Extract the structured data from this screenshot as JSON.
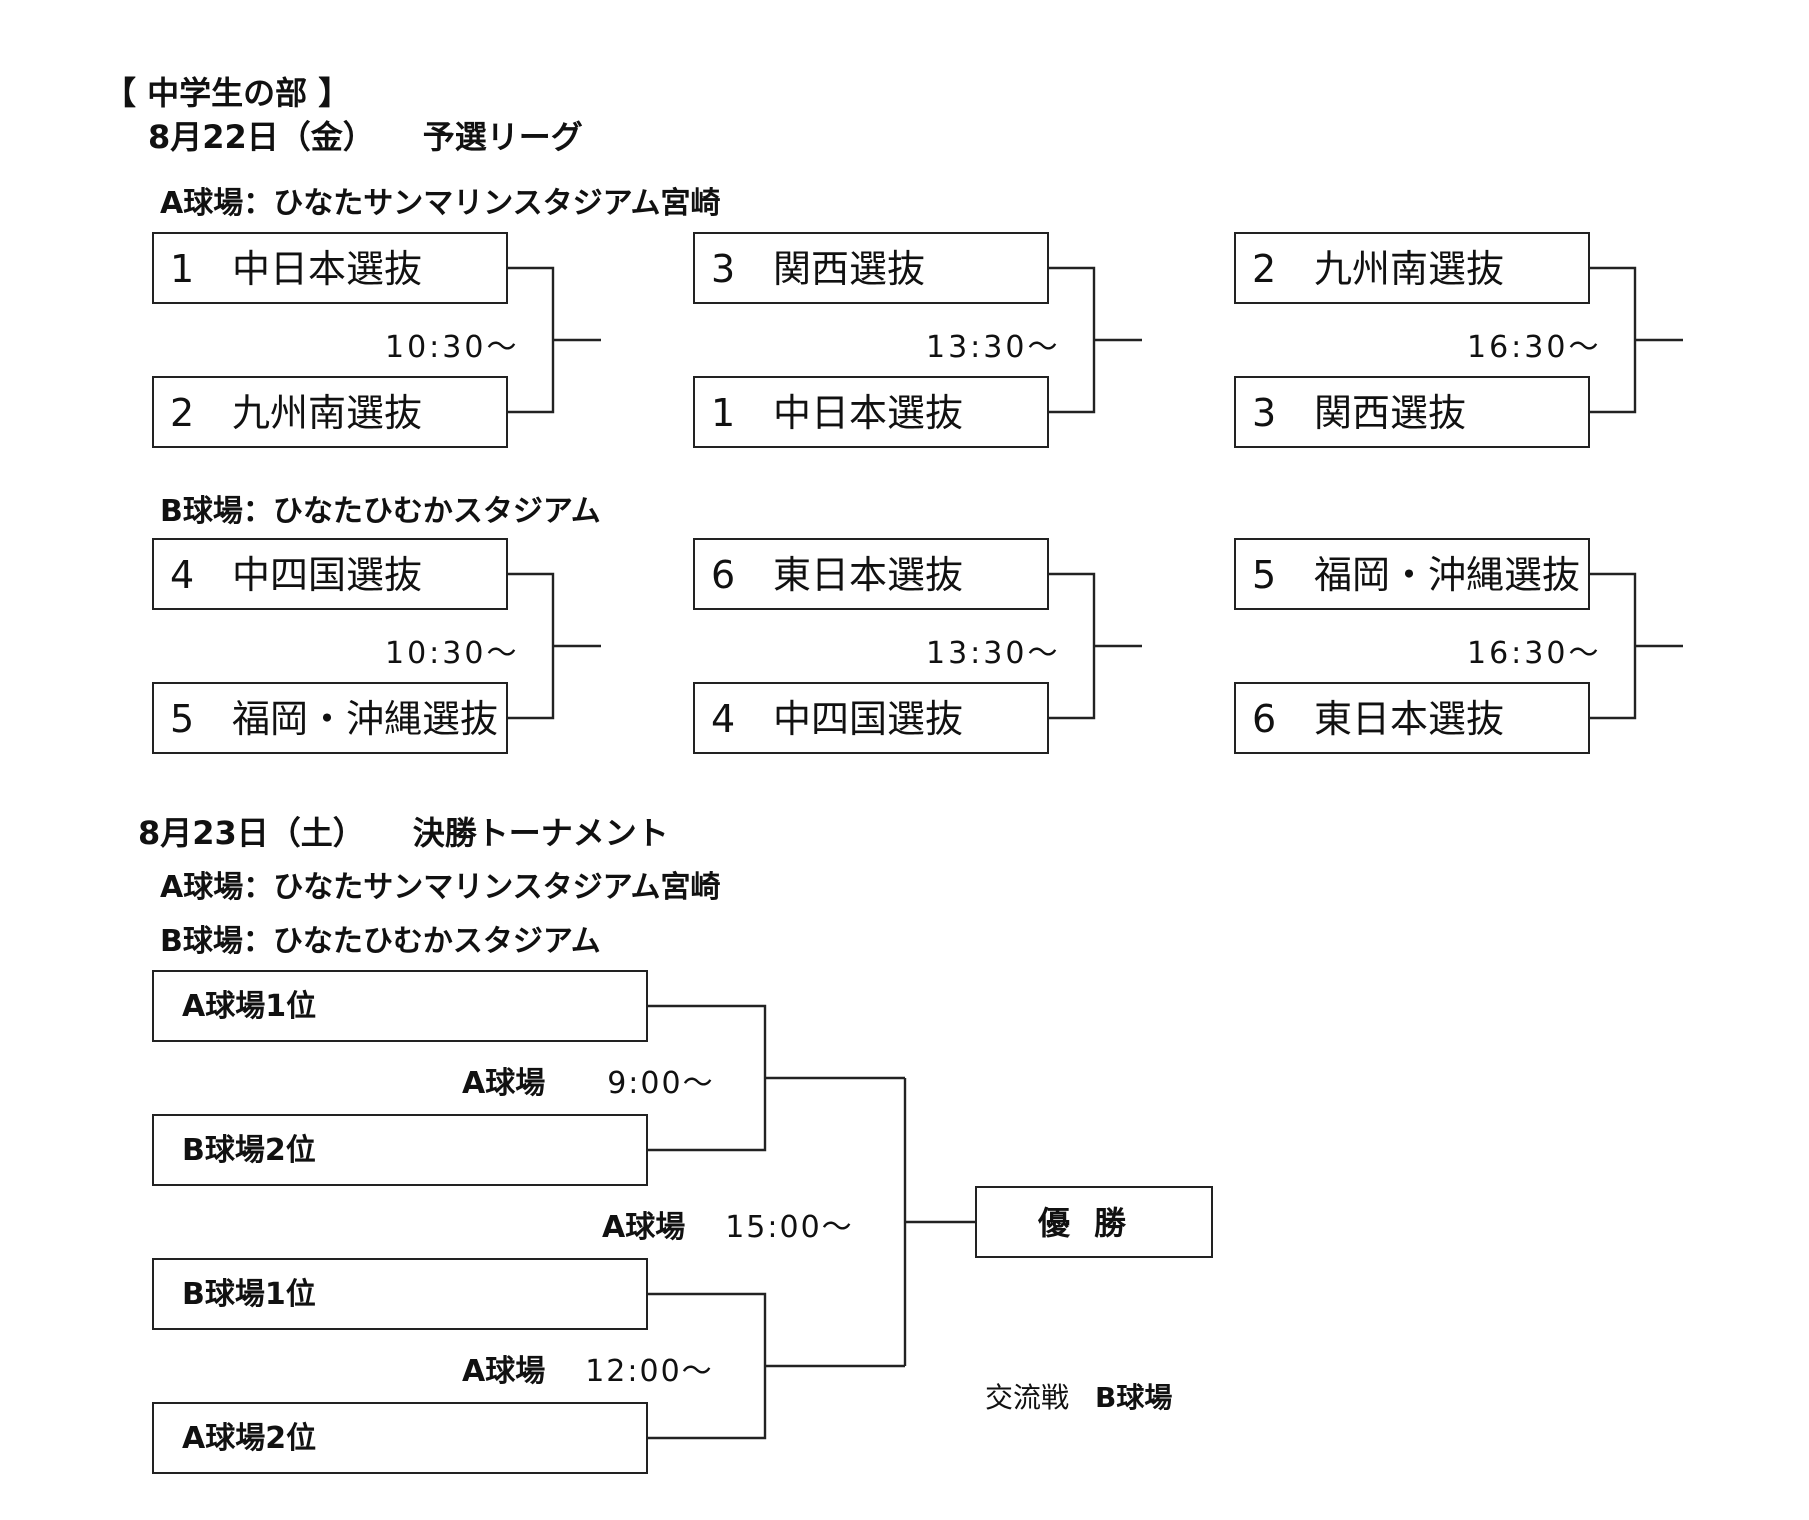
{
  "section_title": "【 中学生の部 】",
  "day1": {
    "heading": "8月22日（金）　　予選リーグ",
    "venue_a": "A球場：ひなたサンマリンスタジアム宮崎",
    "venue_b": "B球場：ひなたひむかスタジアム",
    "matches_a": [
      {
        "team1_no": "1",
        "team1": "中日本選抜",
        "team2_no": "2",
        "team2": "九州南選抜",
        "time": "10:30～"
      },
      {
        "team1_no": "3",
        "team1": "関西選抜",
        "team2_no": "1",
        "team2": "中日本選抜",
        "time": "13:30～"
      },
      {
        "team1_no": "2",
        "team1": "九州南選抜",
        "team2_no": "3",
        "team2": "関西選抜",
        "time": "16:30～"
      }
    ],
    "matches_b": [
      {
        "team1_no": "4",
        "team1": "中四国選抜",
        "team2_no": "5",
        "team2": "福岡・沖縄選抜",
        "time": "10:30～"
      },
      {
        "team1_no": "6",
        "team1": "東日本選抜",
        "team2_no": "4",
        "team2": "中四国選抜",
        "time": "13:30～"
      },
      {
        "team1_no": "5",
        "team1": "福岡・沖縄選抜",
        "team2_no": "6",
        "team2": "東日本選抜",
        "time": "16:30～"
      }
    ]
  },
  "day2": {
    "heading": "8月23日（土）　　決勝トーナメント",
    "venue_a": "A球場：ひなたサンマリンスタジアム宮崎",
    "venue_b": "B球場：ひなたひむかスタジアム",
    "seeds": [
      "A球場1位",
      "B球場2位",
      "B球場1位",
      "A球場2位"
    ],
    "semi1": {
      "venue": "A球場",
      "time": "9:00～"
    },
    "semi2": {
      "venue": "A球場",
      "time": "12:00～"
    },
    "final": {
      "venue": "A球場",
      "time": "15:00～"
    },
    "champion": "優勝",
    "exchange_label": "交流戦",
    "exchange_venue": "B球場"
  }
}
